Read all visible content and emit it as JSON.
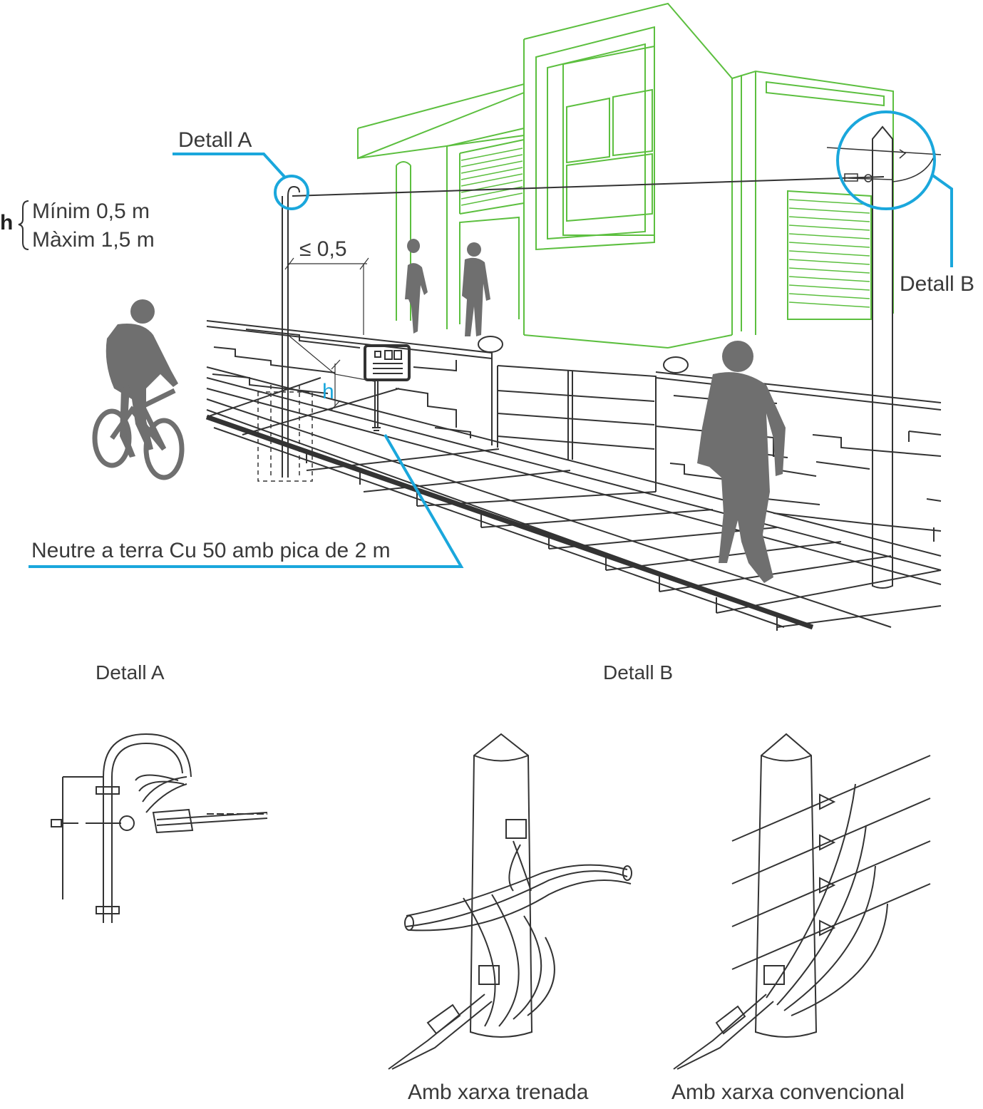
{
  "labels": {
    "detall_a_callout": "Detall A",
    "detall_b_callout": "Detall B",
    "h_symbol": "h",
    "h_min": "Mínim 0,5 m",
    "h_max": "Màxim 1,5 m",
    "max_distance": "≤ 0,5",
    "h_dimension": "h",
    "ground_note": "Neutre a terra Cu 50 amb pica de 2 m",
    "detall_a_title": "Detall A",
    "detall_b_title": "Detall B",
    "trenada_caption": "Amb xarxa trenada",
    "convencional_caption": "Amb xarxa convencional"
  },
  "colors": {
    "callout_blue": "#1aa7dc",
    "building_green": "#5cbf3f",
    "silhouette_gray": "#6f6f6f",
    "line_dark": "#333333"
  }
}
